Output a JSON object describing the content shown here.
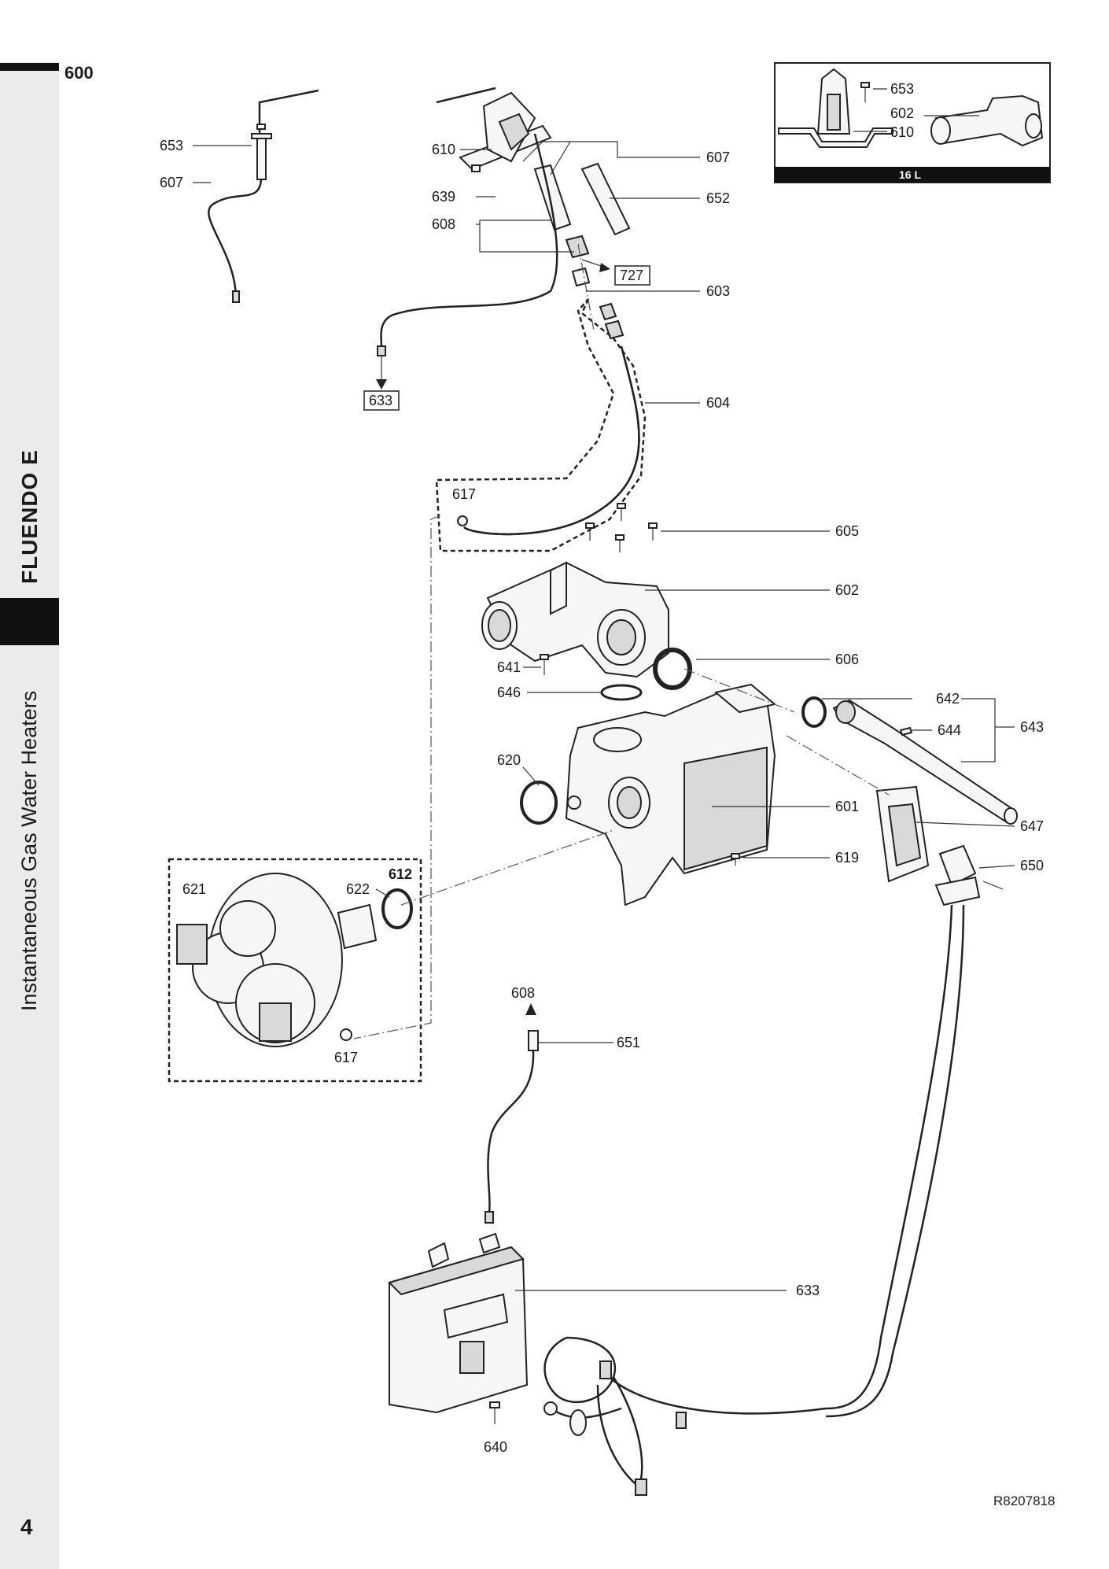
{
  "section_number": "600",
  "page_number": "4",
  "doc_ref": "R8207818",
  "sidebar": {
    "brand": "FLUENDO E",
    "category": "Instantaneous Gas Water Heaters"
  },
  "inset": {
    "caption": "16 L",
    "labels": [
      "653",
      "602",
      "610"
    ]
  },
  "callouts": {
    "p653a": "653",
    "p607a": "607",
    "p610": "610",
    "p607b": "607",
    "p639": "639",
    "p652": "652",
    "p608a": "608",
    "p727": "727",
    "p603": "603",
    "p633a": "633",
    "p604": "604",
    "p617a": "617",
    "p605": "605",
    "p602": "602",
    "p641": "641",
    "p606": "606",
    "p646": "646",
    "p642": "642",
    "p644": "644",
    "p643": "643",
    "p620": "620",
    "p601": "601",
    "p647": "647",
    "p619": "619",
    "p650": "650",
    "p612": "612",
    "p621": "621",
    "p622": "622",
    "p617b": "617",
    "p608b": "608",
    "p651": "651",
    "p633b": "633",
    "p640": "640"
  }
}
